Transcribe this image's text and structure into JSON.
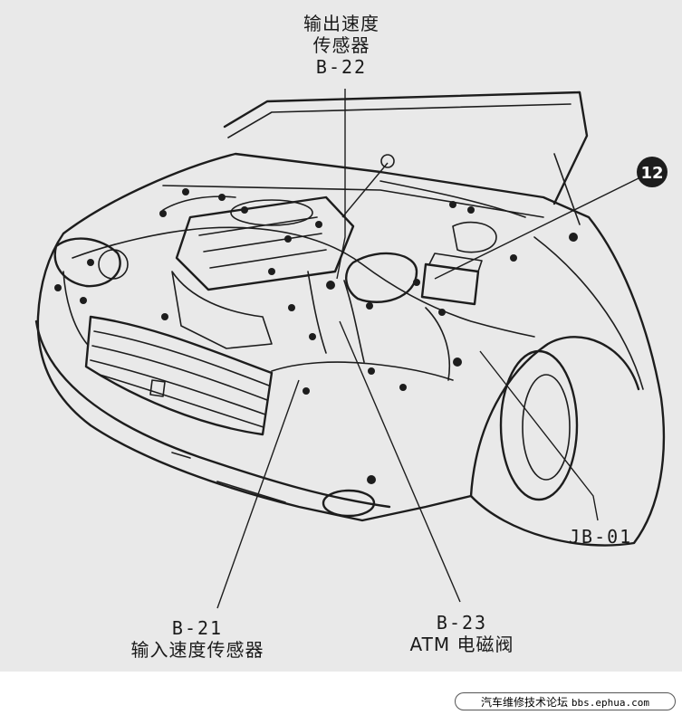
{
  "callouts": {
    "b22": {
      "name_line1": "输出速度",
      "name_line2": "传感器",
      "code": "B-22"
    },
    "b21": {
      "code": "B-21",
      "name": "输入速度传感器"
    },
    "b23": {
      "code": "B-23",
      "name": "ATM 电磁阀"
    },
    "jb01": {
      "code": "JB-01"
    },
    "badge": {
      "number": "12"
    }
  },
  "footer": {
    "forum": "汽车维修技术论坛",
    "site": "bbs.ephua.com"
  },
  "colors": {
    "background": "#e9e9e9",
    "ink": "#1d1d1d",
    "badge": "#1d1d1d"
  }
}
